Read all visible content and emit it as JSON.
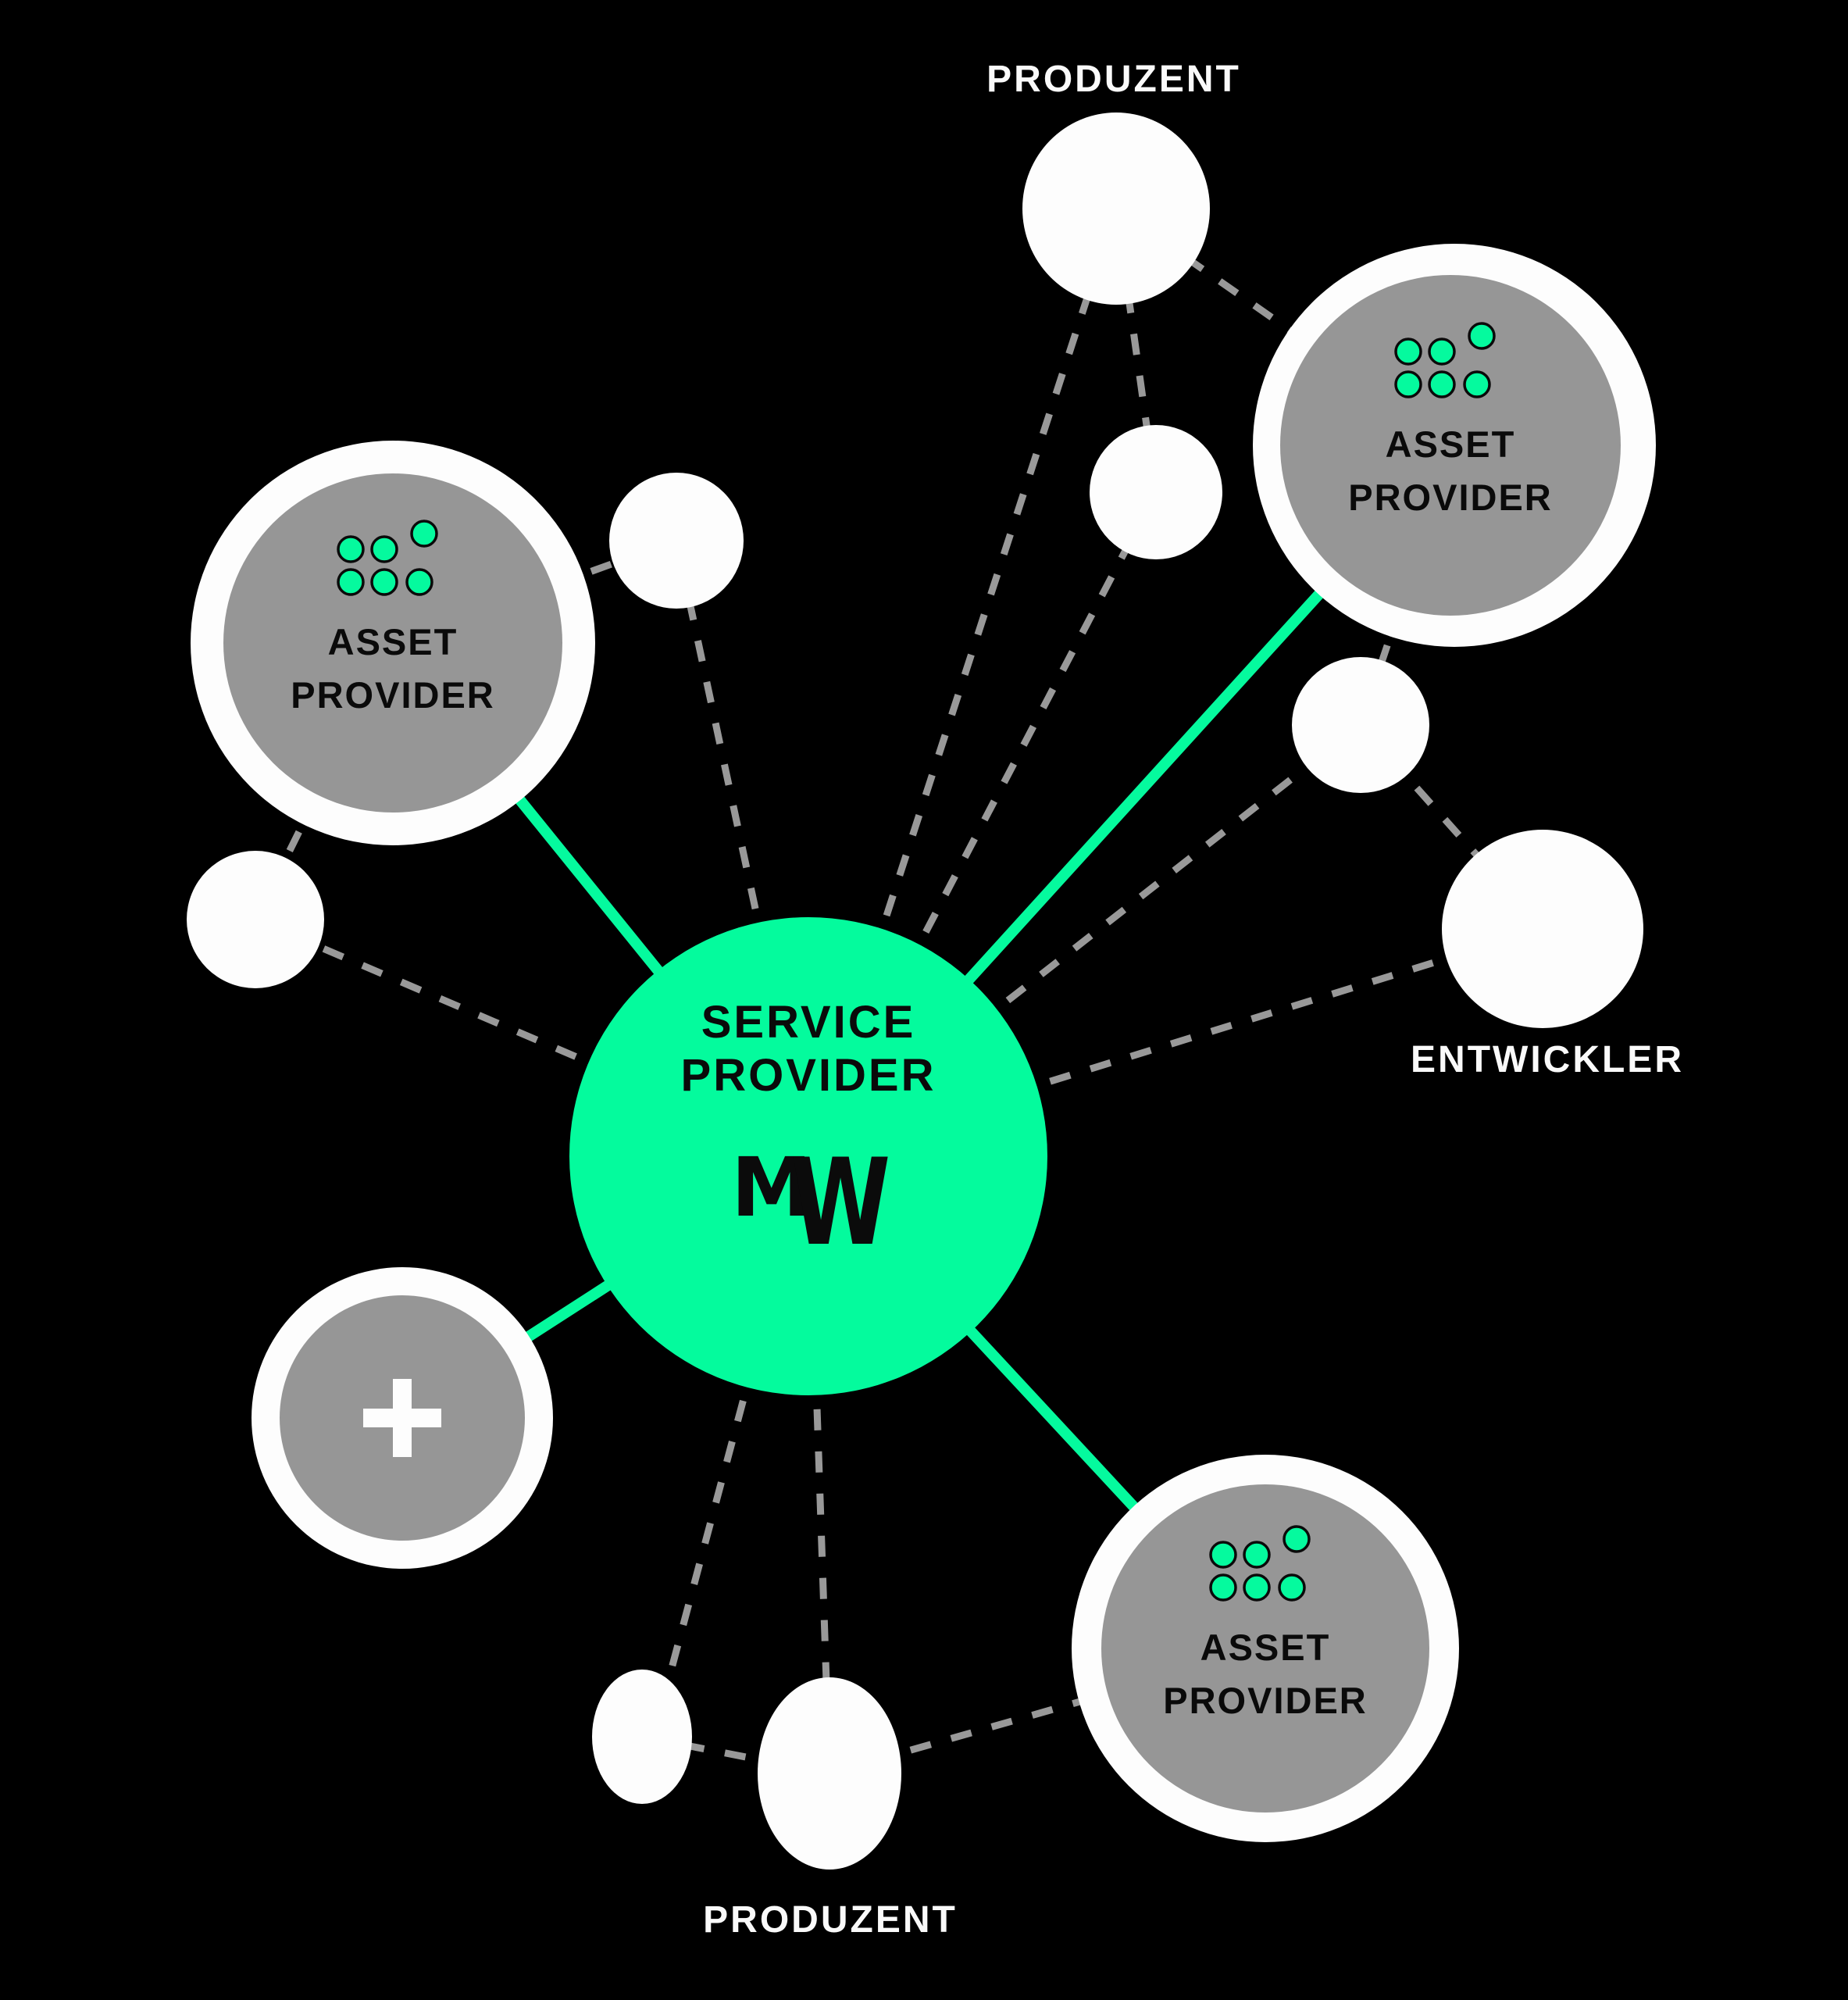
{
  "diagram": {
    "colors": {
      "background": "#000000",
      "accent_green": "#05FA9E",
      "node_gray": "#969696",
      "node_white": "#FDFDFD",
      "dashed_line": "#999999",
      "dark_text": "#0A0A0A",
      "light_text": "#FAFAFA"
    },
    "center_node": {
      "line1": "SERVICE",
      "line2": "PROVIDER",
      "logo_m": "M",
      "logo_w": "W"
    },
    "asset_providers": [
      {
        "id": "top-right",
        "line1": "ASSET",
        "line2": "PROVIDER"
      },
      {
        "id": "left",
        "line1": "ASSET",
        "line2": "PROVIDER"
      },
      {
        "id": "bottom-right",
        "line1": "ASSET",
        "line2": "PROVIDER"
      }
    ],
    "labels": {
      "produzent_top": "PRODUZENT",
      "entwickler": "ENTWICKLER",
      "produzent_bottom": "PRODUZENT"
    },
    "icons": {
      "plus_icon": "+",
      "asset_dots_icon": "six-dot-grid",
      "mw_logo": "MW"
    }
  }
}
